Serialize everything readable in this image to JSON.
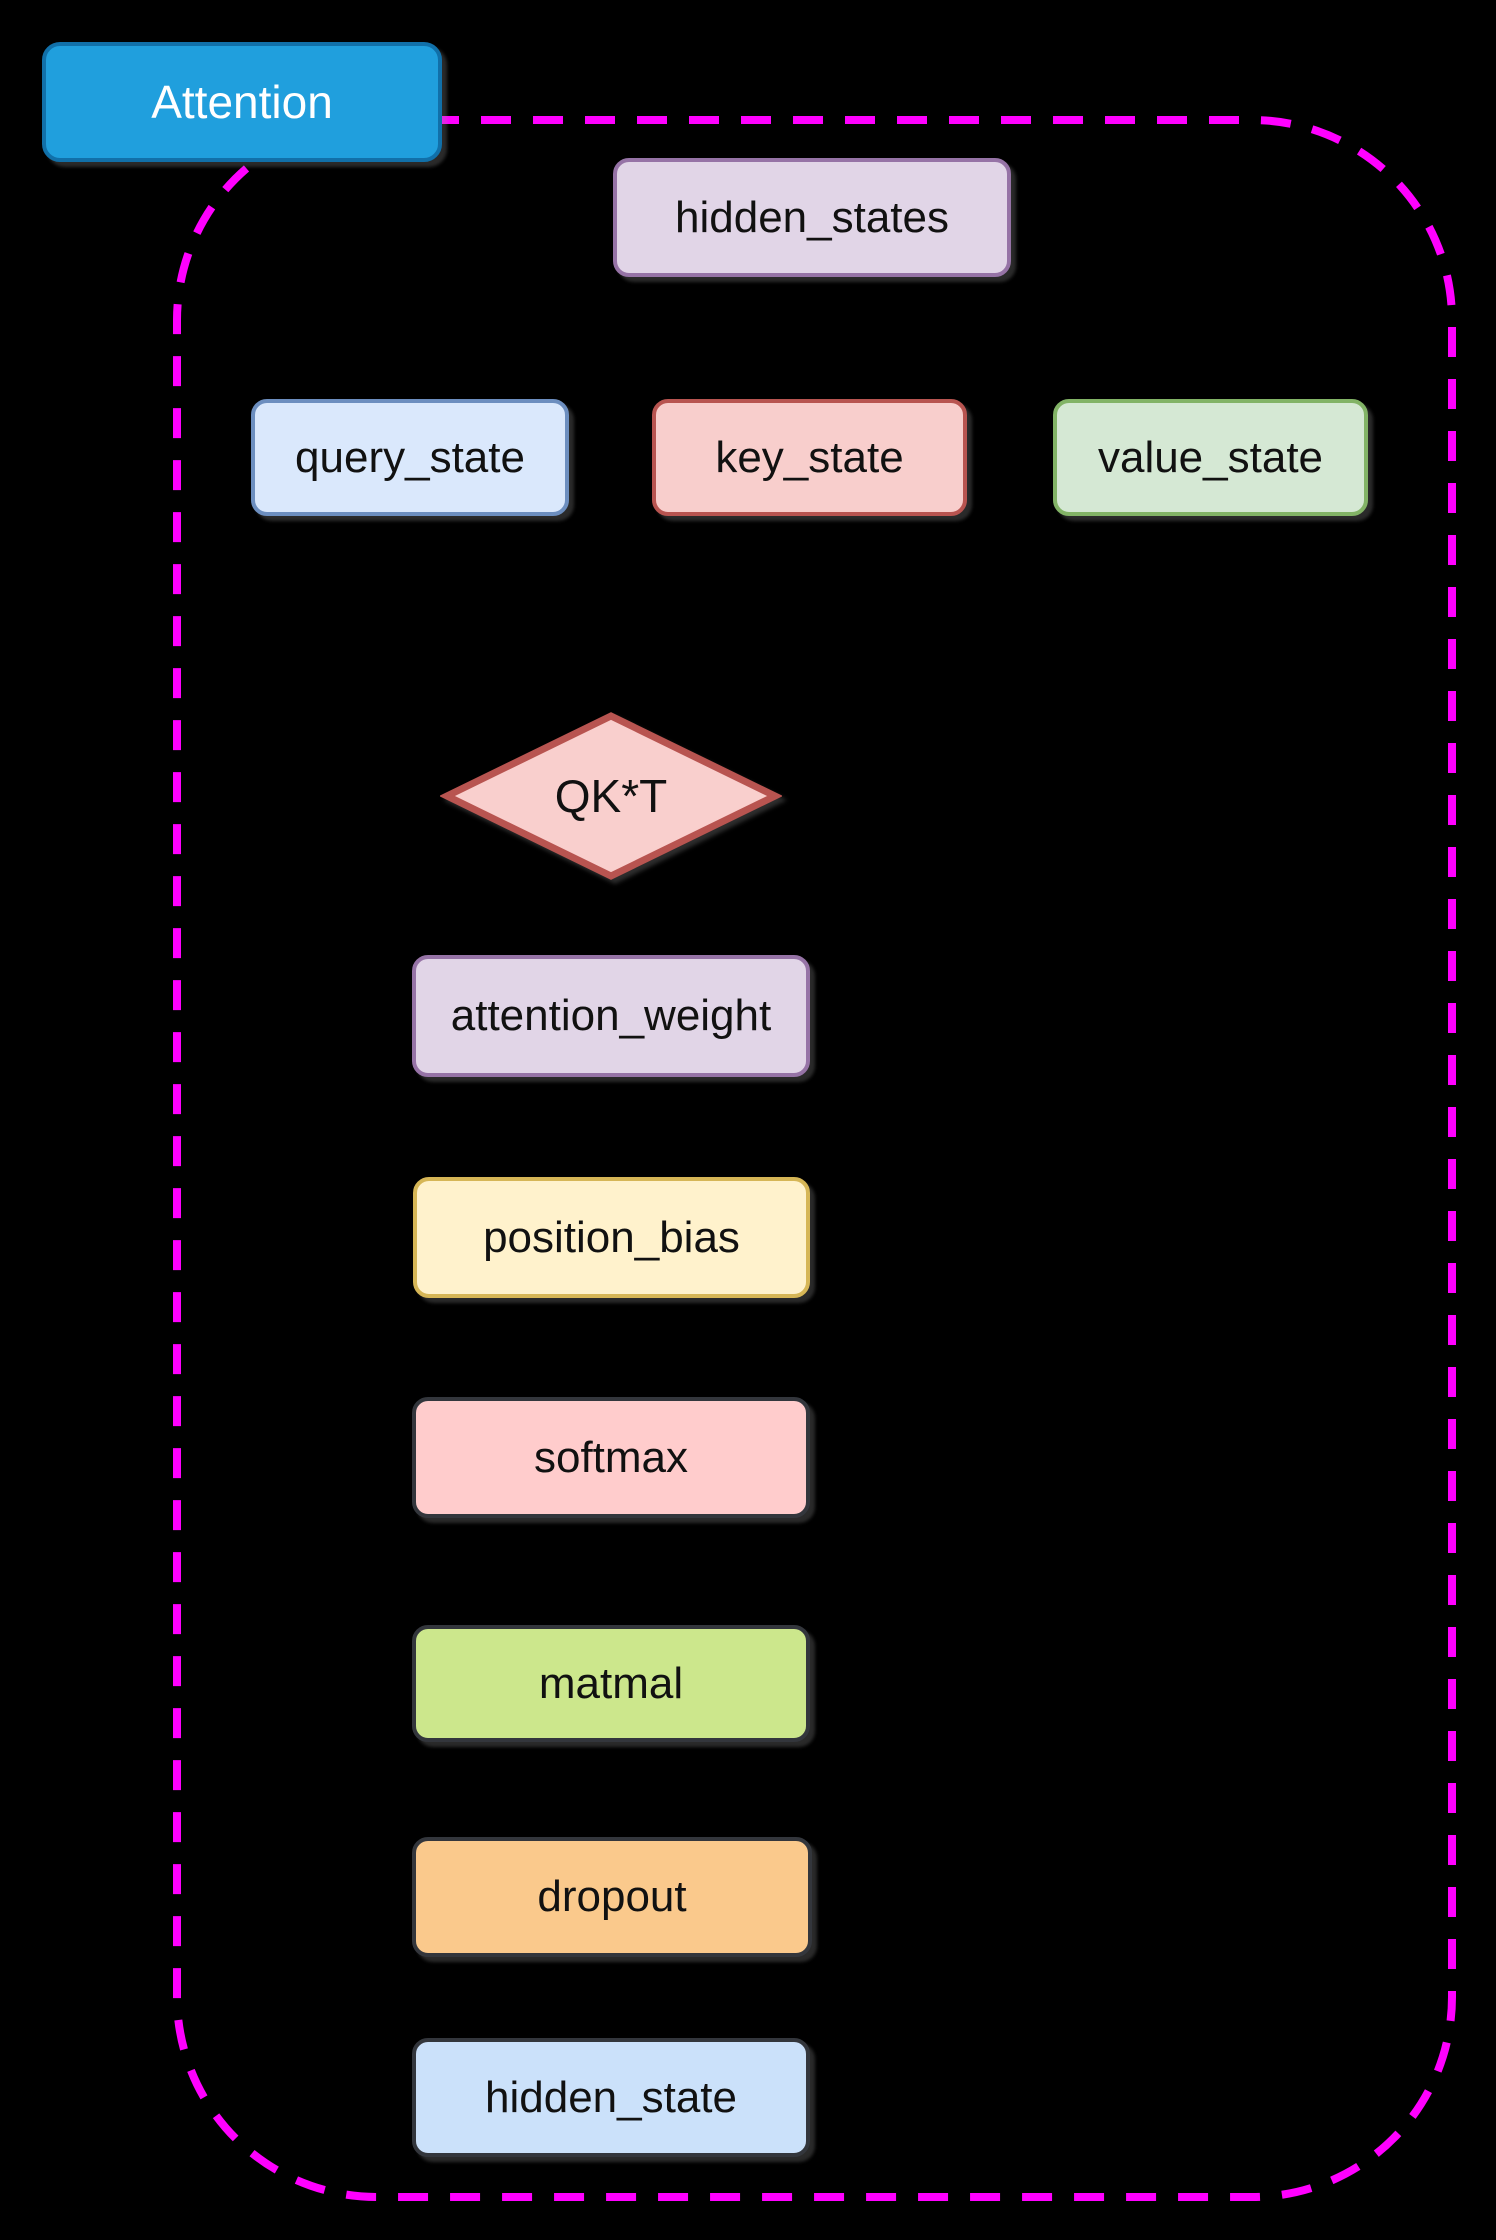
{
  "diagram": {
    "title": "Attention",
    "background_color": "#000000",
    "container": {
      "fill": "none",
      "stroke": "#FF00FF",
      "style": "dashed"
    },
    "tab": {
      "label": "Attention",
      "fill": "#209FDD",
      "stroke": "#1170A9",
      "text_color": "#FFFFFF"
    },
    "nodes": [
      {
        "id": "hidden_states",
        "label": "hidden_states",
        "shape": "rounded-rect",
        "fill": "#E1D5E7",
        "stroke": "#9673A6"
      },
      {
        "id": "query_state",
        "label": "query_state",
        "shape": "rounded-rect",
        "fill": "#DAE8FC",
        "stroke": "#6C8EBF"
      },
      {
        "id": "key_state",
        "label": "key_state",
        "shape": "rounded-rect",
        "fill": "#F8CECC",
        "stroke": "#B85450"
      },
      {
        "id": "value_state",
        "label": "value_state",
        "shape": "rounded-rect",
        "fill": "#D5E8D4",
        "stroke": "#82B366"
      },
      {
        "id": "qkt",
        "label": "QK*T",
        "shape": "diamond",
        "fill": "#F9CFCD",
        "stroke": "#B85450"
      },
      {
        "id": "attention_weight",
        "label": "attention_weight",
        "shape": "rounded-rect",
        "fill": "#E1D5E7",
        "stroke": "#9673A6"
      },
      {
        "id": "position_bias",
        "label": "position_bias",
        "shape": "rounded-rect",
        "fill": "#FFF2CC",
        "stroke": "#D6B656"
      },
      {
        "id": "softmax",
        "label": "softmax",
        "shape": "rounded-rect",
        "fill": "#FFCCCC",
        "stroke": "#33363C"
      },
      {
        "id": "matmal",
        "label": "matmal",
        "shape": "rounded-rect",
        "fill": "#CCE78C",
        "stroke": "#33363C"
      },
      {
        "id": "dropout",
        "label": "dropout",
        "shape": "rounded-rect",
        "fill": "#FAC98C",
        "stroke": "#33363C"
      },
      {
        "id": "hidden_state",
        "label": "hidden_state",
        "shape": "rounded-rect",
        "fill": "#CBE1FA",
        "stroke": "#33363C"
      }
    ]
  }
}
